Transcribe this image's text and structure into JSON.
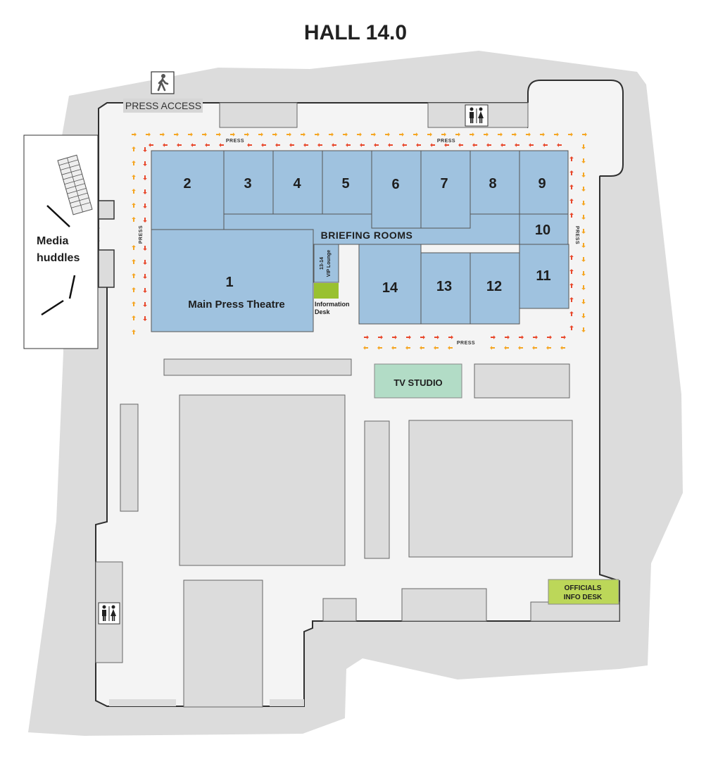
{
  "title": "HALL 14.0",
  "press_access": "PRESS ACCESS",
  "press_label": "PRESS",
  "briefing_rooms": "BRIEFING ROOMS",
  "main_theatre": {
    "number": "1",
    "label": "Main Press Theatre"
  },
  "rooms": [
    "2",
    "3",
    "4",
    "5",
    "6",
    "7",
    "8",
    "9",
    "10",
    "11",
    "12",
    "13",
    "14"
  ],
  "vip_lounge": {
    "line1": "13-14",
    "line2": "VIP Lounge"
  },
  "information_desk": {
    "line1": "Information",
    "line2": "Desk"
  },
  "tv_studio": "TV STUDIO",
  "officials_desk": {
    "line1": "OFFICIALS",
    "line2": "INFO DESK"
  },
  "media_huddles": {
    "line1": "Media",
    "line2": "huddles"
  },
  "colors": {
    "room_blue": "#9fc2df",
    "tv_green": "#b2dcc6",
    "info_green": "#99c130",
    "officials_green": "#bcd759",
    "arrow_orange": "#f5a623",
    "arrow_red": "#e8482c",
    "outer_gray": "#dcdcdc",
    "floor": "#f4f4f4"
  },
  "icons": [
    "walking-person-icon",
    "restroom-icon"
  ]
}
